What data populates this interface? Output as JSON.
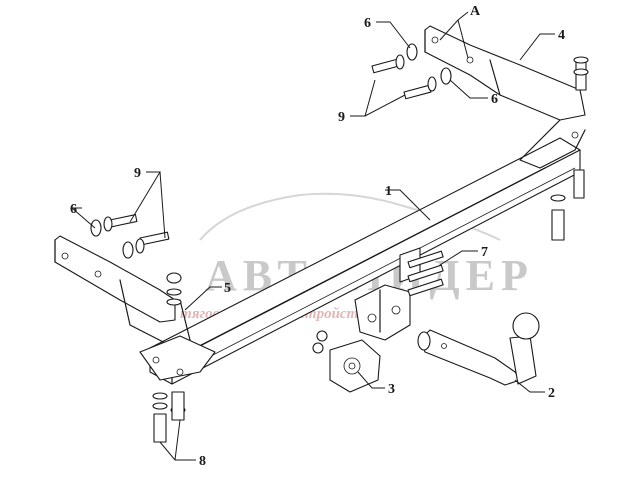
{
  "watermark": {
    "brand": "АВТОЛИДЕР",
    "subtitle": "тягово-сцепных устройств"
  },
  "callouts": {
    "c1": "1",
    "c2": "2",
    "c3": "3",
    "c4": "4",
    "c5": "5",
    "c6a": "6",
    "c6b": "6",
    "c6c": "6",
    "c7": "7",
    "c8": "8",
    "c9a": "9",
    "c9b": "9",
    "cA": "A"
  },
  "colors": {
    "line": "#1a1a1a",
    "watermark": "#c9c9c9",
    "watermark_accent": "#e2b4b4"
  }
}
